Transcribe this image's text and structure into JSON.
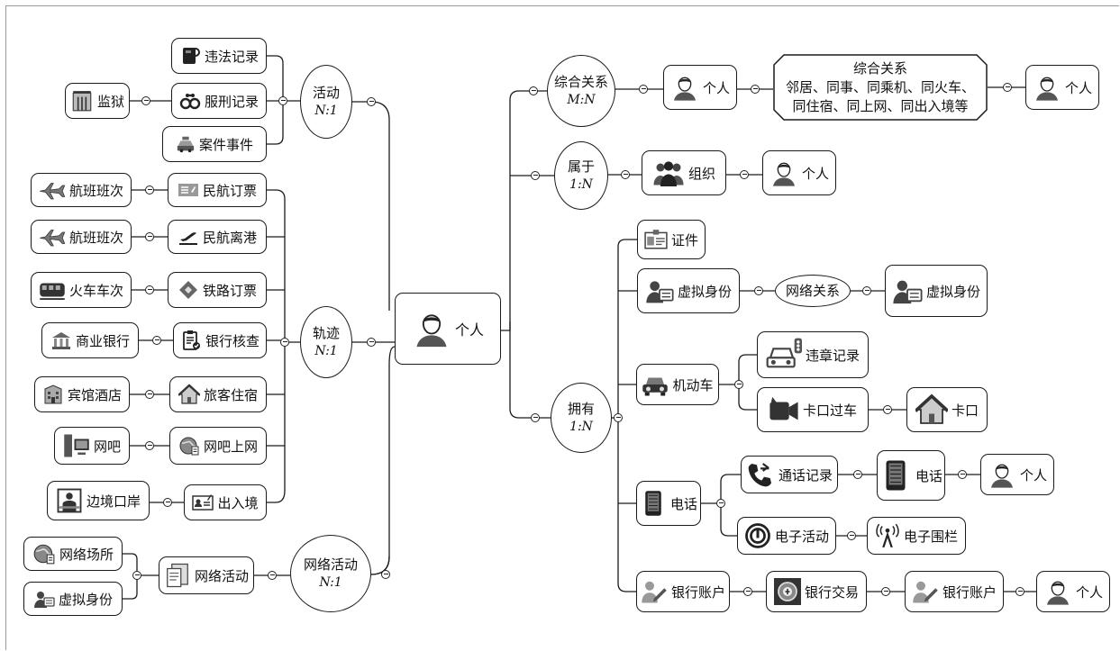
{
  "nodes": {
    "person_center": {
      "label": "个人",
      "icon": "person-icon"
    },
    "activity": {
      "label": "活动",
      "ratio": "N:1"
    },
    "trajectory": {
      "label": "轨迹",
      "ratio": "N:1"
    },
    "net_activity_rel": {
      "label": "网络活动",
      "ratio": "N:1"
    },
    "violation": {
      "label": "违法记录",
      "icon": "handcuff-officer-icon"
    },
    "sentence": {
      "label": "服刑记录",
      "icon": "handcuffs-icon"
    },
    "case_event": {
      "label": "案件事件",
      "icon": "police-car-icon"
    },
    "prison": {
      "label": "监狱",
      "icon": "prison-icon"
    },
    "air_booking": {
      "label": "民航订票",
      "icon": "ticket-icon"
    },
    "flight1": {
      "label": "航班班次",
      "icon": "airplane-icon"
    },
    "air_departure": {
      "label": "民航离港",
      "icon": "departure-icon"
    },
    "flight2": {
      "label": "航班班次",
      "icon": "airplane-icon"
    },
    "rail_booking": {
      "label": "铁路订票",
      "icon": "rail-ticket-icon"
    },
    "train": {
      "label": "火车车次",
      "icon": "train-icon"
    },
    "bank_check": {
      "label": "银行核查",
      "icon": "clipboard-check-icon"
    },
    "commercial_bank": {
      "label": "商业银行",
      "icon": "bank-icon"
    },
    "guest_stay": {
      "label": "旅客住宿",
      "icon": "house-icon"
    },
    "hotel": {
      "label": "宾馆酒店",
      "icon": "hotel-icon"
    },
    "internet_cafe_online": {
      "label": "网吧上网",
      "icon": "globe-icon"
    },
    "internet_cafe": {
      "label": "网吧",
      "icon": "computer-icon"
    },
    "border_entry": {
      "label": "出入境",
      "icon": "id-card-icon"
    },
    "border_port": {
      "label": "边境口岸",
      "icon": "border-port-icon"
    },
    "net_activity": {
      "label": "网络活动",
      "icon": "network-document-icon"
    },
    "net_venue": {
      "label": "网络场所",
      "icon": "globe-icon"
    },
    "virtual_id_left": {
      "label": "虚拟身份",
      "icon": "virtual-id-icon"
    },
    "combined_rel": {
      "label": "综合关系",
      "ratio": "M:N"
    },
    "belongs": {
      "label": "属于",
      "ratio": "1:N"
    },
    "owns": {
      "label": "拥有",
      "ratio": "1:N"
    },
    "person_r1": {
      "label": "个人",
      "icon": "person-icon"
    },
    "combined_box": {
      "line1": "综合关系",
      "line2": "邻居、同事、同乘机、同火车、",
      "line3": "同住宿、同上网、同出入境等"
    },
    "person_r2": {
      "label": "个人",
      "icon": "person-icon"
    },
    "org": {
      "label": "组织",
      "icon": "group-icon"
    },
    "person_r3": {
      "label": "个人",
      "icon": "person-icon"
    },
    "certificate": {
      "label": "证件",
      "icon": "certificate-icon"
    },
    "virtual_id_right": {
      "label": "虚拟身份",
      "icon": "virtual-id-icon"
    },
    "net_relation": {
      "label": "网络关系"
    },
    "virtual_id_far": {
      "label": "虚拟身份",
      "icon": "virtual-id-icon"
    },
    "vehicle": {
      "label": "机动车",
      "icon": "car-icon"
    },
    "traffic_violation": {
      "label": "违章记录",
      "icon": "car-violation-icon"
    },
    "checkpoint_pass": {
      "label": "卡口过车",
      "icon": "video-camera-icon"
    },
    "checkpoint": {
      "label": "卡口",
      "icon": "house-icon"
    },
    "phone": {
      "label": "电话",
      "icon": "mobile-phone-icon"
    },
    "call_record": {
      "label": "通话记录",
      "icon": "phone-call-icon"
    },
    "phone2": {
      "label": "电话",
      "icon": "mobile-phone-icon"
    },
    "person_r4": {
      "label": "个人",
      "icon": "person-icon"
    },
    "e_activity": {
      "label": "电子活动",
      "icon": "electronic-icon"
    },
    "e_fence": {
      "label": "电子围栏",
      "icon": "antenna-icon"
    },
    "bank_account": {
      "label": "银行账户",
      "icon": "bank-account-icon"
    },
    "bank_txn": {
      "label": "银行交易",
      "icon": "bank-transaction-icon"
    },
    "bank_account2": {
      "label": "银行账户",
      "icon": "bank-account-icon"
    },
    "person_r5": {
      "label": "个人",
      "icon": "person-icon"
    }
  }
}
